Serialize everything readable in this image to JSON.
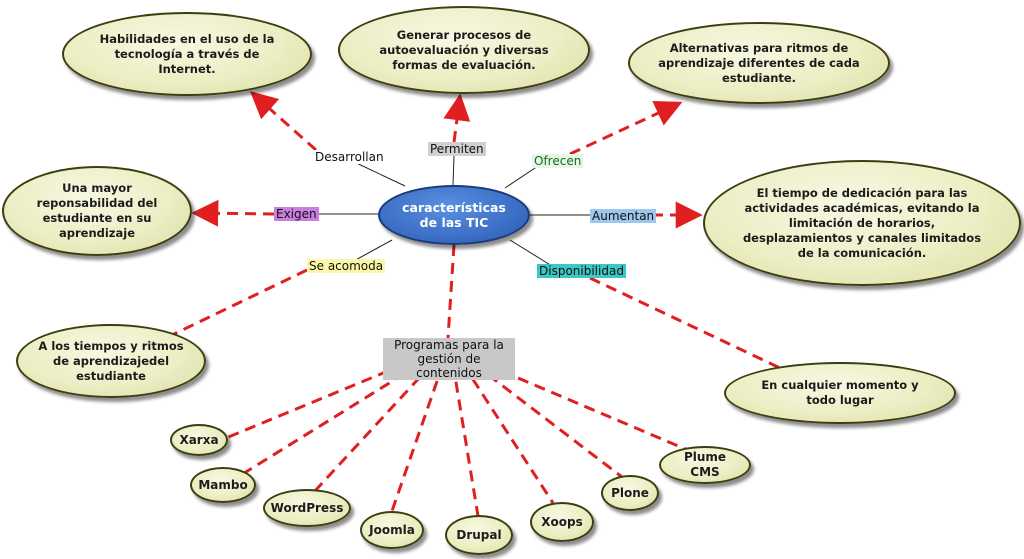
{
  "center": "características de las TIC",
  "links": {
    "desarrollan": "Desarrollan",
    "permiten": "Permiten",
    "ofrecen": "Ofrecen",
    "exigen": "Exigen",
    "aumentan": "Aumentan",
    "se_acomoda": "Se acomoda",
    "disponibilidad": "Disponibilidad",
    "programas": "Programas para la gestión de contenidos"
  },
  "link_colors": {
    "desarrollan": "#ffffff",
    "permiten": "#d0d0d0",
    "ofrecen": "#e6f6e6",
    "exigen": "#c97fe0",
    "aumentan": "#9fc6ee",
    "se_acomoda": "#fbf7a8",
    "disponibilidad": "#3cc6c6",
    "programas": "#c8c8c8"
  },
  "concepts": {
    "habilidades": "Habilidades en el uso de la tecnología a través de Internet.",
    "generar": "Generar procesos de autoevaluación y diversas formas de evaluación.",
    "alternativas": "Alternativas para ritmos de aprendizaje diferentes de cada estudiante.",
    "responsabilidad": "Una mayor reponsabilidad del estudiante en su aprendizaje",
    "tiempo": "El tiempo de dedicación para las actividades académicas, evitando la limitación de horarios, desplazamientos y canales limitados de la comunicación.",
    "tiempos_ritmos": "A los tiempos y ritmos de aprendizajedel estudiante",
    "cualquier": "En cualquier momento y todo lugar"
  },
  "programs": [
    "Xarxa",
    "Mambo",
    "WordPress",
    "Joomla",
    "Drupal",
    "Xoops",
    "Plone",
    "Plume CMS"
  ],
  "colors": {
    "arrow": "#e02020",
    "node_fill": "#eceec4",
    "node_border": "#3d3d10",
    "center_fill": "#3c6fc6"
  }
}
